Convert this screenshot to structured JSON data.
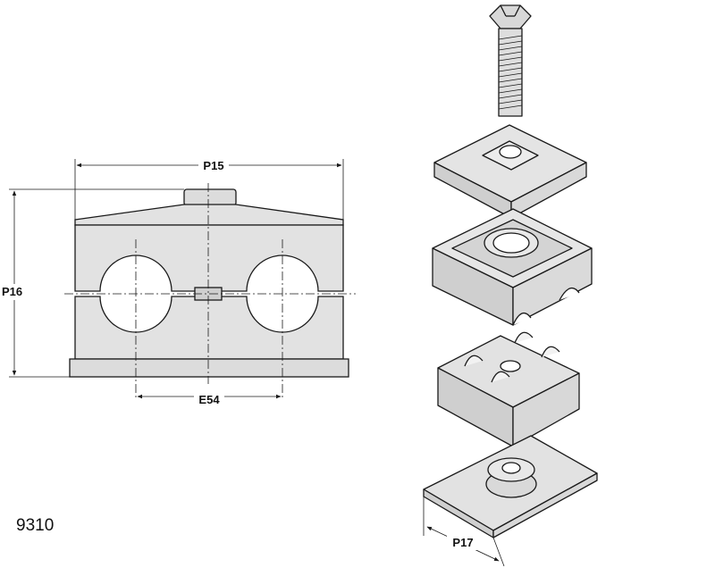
{
  "drawing": {
    "product_code": "9310",
    "dimensions": {
      "overall_width": "P15",
      "overall_height": "P16",
      "bore_center_distance": "E54",
      "base_plate_width": "P17"
    },
    "exploded_view_parts": [
      "hex-bolt",
      "cover-plate",
      "upper-clamp-body",
      "lower-clamp-body",
      "weld-plate"
    ],
    "colors": {
      "part_fill": "#e2e2e2",
      "part_shade": "#c9c9c9",
      "line": "#1a1a1a"
    }
  }
}
